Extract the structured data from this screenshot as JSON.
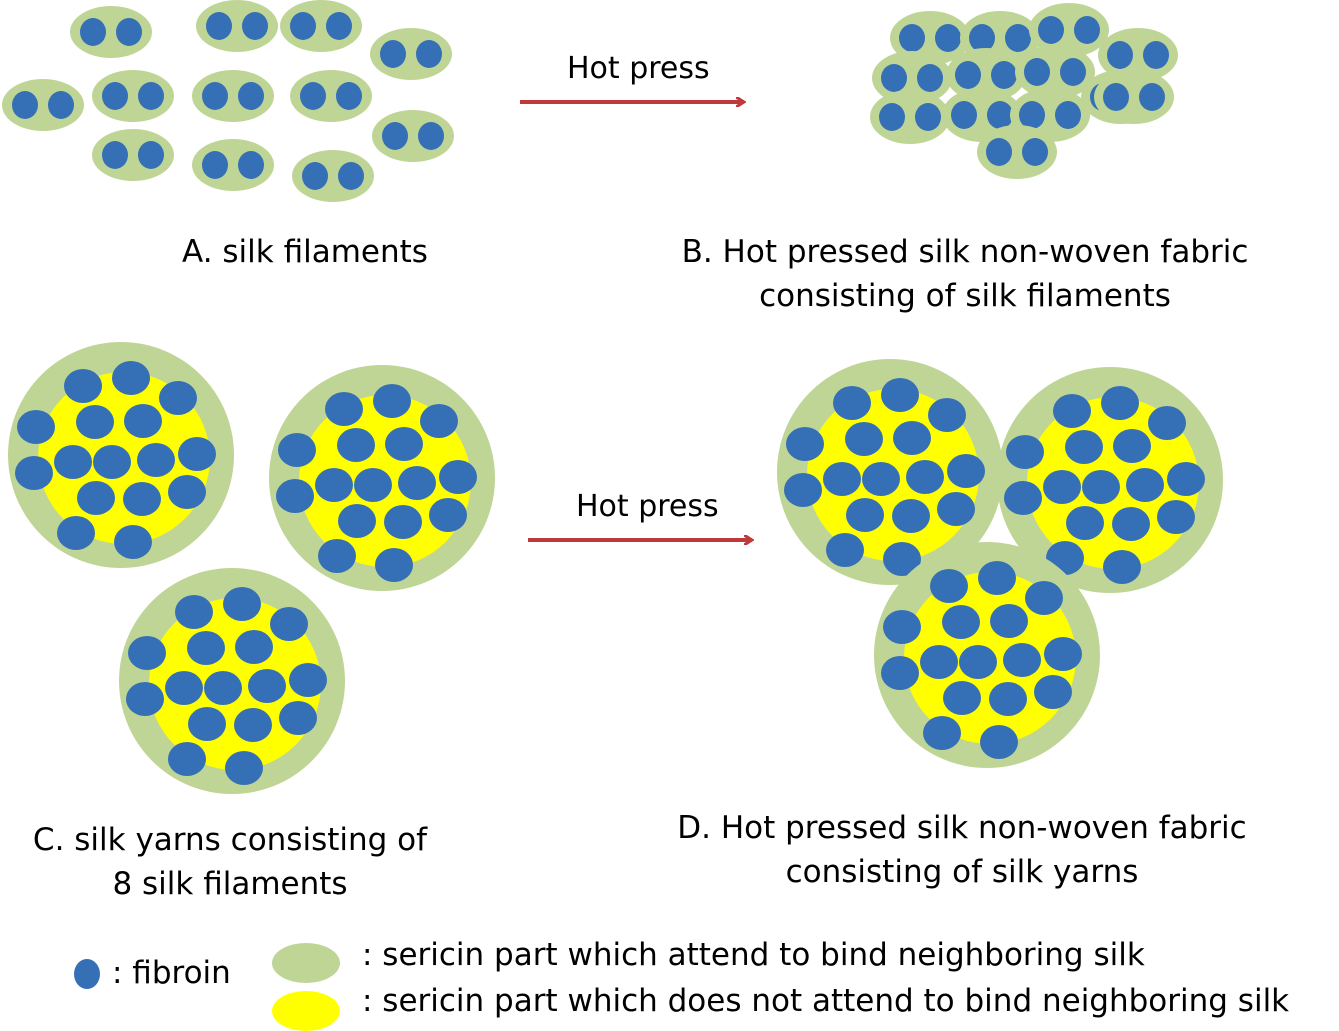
{
  "colors": {
    "fibroin": "#3570b6",
    "sericin_binding": "#bfd596",
    "sericin_non_binding": "#ffff00",
    "arrow": "#c0393b",
    "text": "#000000"
  },
  "arrows": [
    {
      "label": "Hot press",
      "from": "A",
      "to": "B"
    },
    {
      "label": "Hot press",
      "from": "C",
      "to": "D"
    }
  ],
  "panels": {
    "A": {
      "caption_lines": [
        "A. silk filaments"
      ],
      "filament_count": 12,
      "fibroin_per_filament": 2
    },
    "B": {
      "caption_lines": [
        "B. Hot pressed silk non-woven fabric",
        "consisting of silk filaments"
      ],
      "filament_count": 13,
      "fibroin_per_filament": 2
    },
    "C": {
      "caption_lines": [
        "C. silk yarns consisting of",
        "8 silk filaments"
      ],
      "yarn_count": 3,
      "fibroin_per_yarn": 16
    },
    "D": {
      "caption_lines": [
        "D. Hot pressed silk non-woven fabric",
        "consisting of silk yarns"
      ],
      "yarn_count": 3,
      "fibroin_per_yarn": 16
    }
  },
  "legend": [
    {
      "symbol": "fibroin",
      "label": ": fibroin"
    },
    {
      "symbol": "sericin_binding",
      "label": ": sericin part which attend to bind neighboring silk"
    },
    {
      "symbol": "sericin_non_binding",
      "label": ": sericin part which does not attend to bind neighboring silk"
    }
  ]
}
